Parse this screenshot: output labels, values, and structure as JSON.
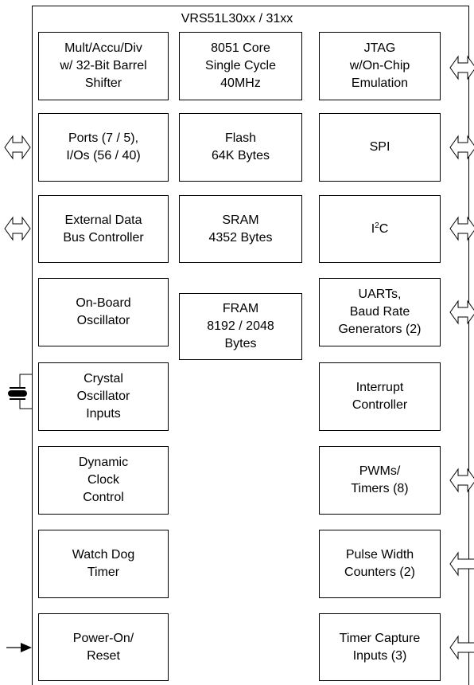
{
  "chip": {
    "title": "VRS51L30xx / 31xx"
  },
  "left_blocks": [
    {
      "id": "mult-accu-div",
      "lines": [
        "Mult/Accu/Div",
        "w/ 32-Bit Barrel",
        "Shifter"
      ]
    },
    {
      "id": "ports-ios",
      "lines": [
        "Ports (7 / 5),",
        "I/Os (56 / 40)"
      ]
    },
    {
      "id": "external-data-bus",
      "lines": [
        "External Data",
        "Bus Controller"
      ]
    },
    {
      "id": "on-board-oscillator",
      "lines": [
        "On-Board",
        "Oscillator"
      ]
    },
    {
      "id": "crystal-oscillator-inputs",
      "lines": [
        "Crystal",
        "Oscillator",
        "Inputs"
      ]
    },
    {
      "id": "dynamic-clock-control",
      "lines": [
        "Dynamic",
        "Clock",
        "Control"
      ]
    },
    {
      "id": "watch-dog-timer",
      "lines": [
        "Watch Dog",
        "Timer"
      ]
    },
    {
      "id": "power-on-reset",
      "lines": [
        "Power-On/",
        "Reset"
      ]
    }
  ],
  "center_blocks": [
    {
      "id": "8051-core",
      "lines": [
        "8051 Core",
        "Single Cycle",
        "40MHz"
      ]
    },
    {
      "id": "flash",
      "lines": [
        "Flash",
        "64K Bytes"
      ]
    },
    {
      "id": "sram",
      "lines": [
        "SRAM",
        "4352 Bytes"
      ]
    },
    {
      "id": "fram",
      "lines": [
        "FRAM",
        "8192 / 2048",
        "Bytes"
      ]
    }
  ],
  "right_blocks": [
    {
      "id": "jtag",
      "lines": [
        "JTAG",
        "w/On-Chip",
        "Emulation"
      ]
    },
    {
      "id": "spi",
      "lines": [
        "SPI"
      ]
    },
    {
      "id": "i2c",
      "base": "I",
      "sup": "2",
      "rest": "C"
    },
    {
      "id": "uarts",
      "lines": [
        "UARTs,",
        "Baud Rate",
        "Generators (2)"
      ]
    },
    {
      "id": "interrupt-controller",
      "lines": [
        "Interrupt",
        "Controller"
      ]
    },
    {
      "id": "pwms-timers",
      "lines": [
        "PWMs/",
        "Timers (8)"
      ]
    },
    {
      "id": "pulse-width-counters",
      "lines": [
        "Pulse Width",
        "Counters (2)"
      ]
    },
    {
      "id": "timer-capture-inputs",
      "lines": [
        "Timer Capture",
        "Inputs (3)"
      ]
    }
  ]
}
